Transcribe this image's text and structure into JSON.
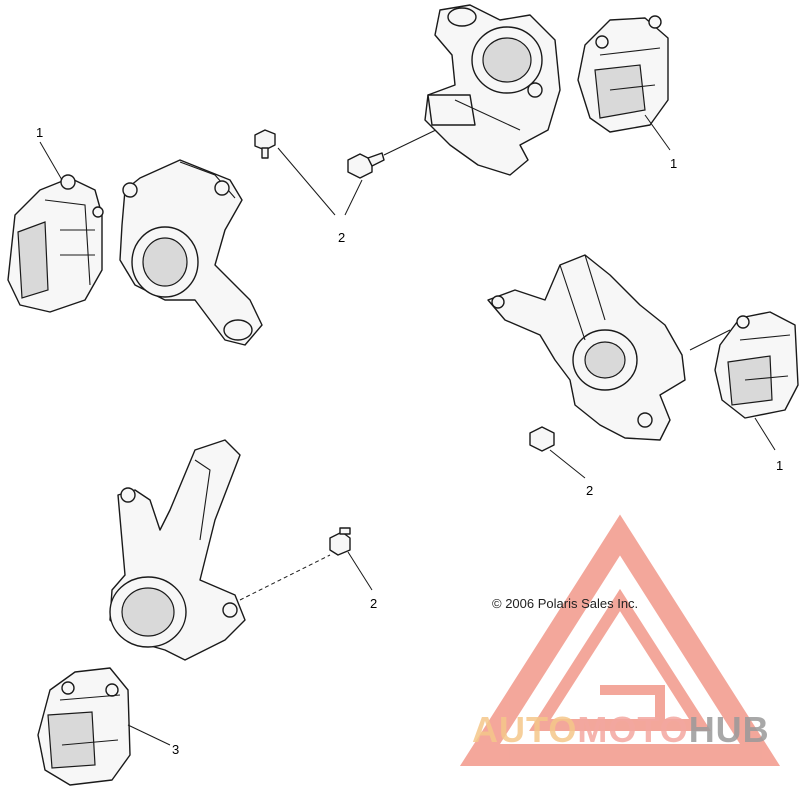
{
  "callouts": {
    "c1_top_left": "1",
    "c1_top_right": "1",
    "c1_mid_right": "1",
    "c2_top": "2",
    "c2_mid_right": "2",
    "c2_bottom": "2",
    "c3_bottom_left": "3"
  },
  "copyright": "© 2006 Polaris Sales Inc.",
  "watermark": {
    "text_part1": "AUTO",
    "text_part2": "MOTO",
    "text_part3": "HUB",
    "colors": {
      "triangle": "#f08a7a",
      "auto": "#f5c78a",
      "moto": "#f4a8a0",
      "hub": "#9a9a9a"
    }
  }
}
